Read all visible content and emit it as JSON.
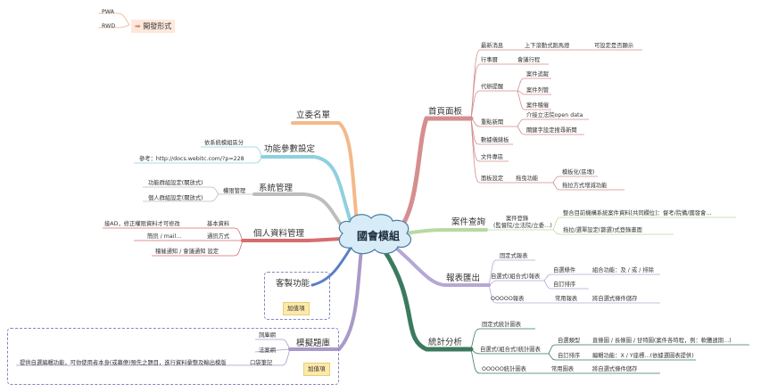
{
  "center": "國會模組",
  "dev": {
    "items": [
      "PWA",
      "RWD"
    ],
    "label": "開發形式"
  },
  "branches": {
    "home": "首頁面板",
    "case": "案件查詢",
    "report": "報表匯出",
    "stats": "統計分析",
    "legislator": "立委名單",
    "params": "功能參數設定",
    "system": "系統管理",
    "personal": "個人資料管理",
    "custom": "客製功能",
    "template": "模擬題庫"
  },
  "home": {
    "news": "最新消息",
    "news_d1": "上下滾動式跑馬燈",
    "news_d2": "可設定是否顯示",
    "calendar": "行事曆",
    "calendar_d": "會議行程",
    "todo": "代辦提醒",
    "todo_items": [
      "案件追蹤",
      "案件列管",
      "案件稽催"
    ],
    "focus": "重點新聞",
    "focus_items": [
      "介接立法院open data",
      "關鍵字設定搜尋新聞"
    ],
    "freq": "數據儀錶板",
    "docs": "文件專區",
    "panel": "面板設定",
    "panel_d": "拖曳功能",
    "panel_items": [
      "模板化(區塊)",
      "拖拉方式增減功能"
    ]
  },
  "case": {
    "reg": "案件登錄",
    "reg_sub": "(監督院/立法院/立委…)",
    "reg_d1": "整合目前機構系統案件資料[共同欄位]：督考/院備/國發會…",
    "reg_d2": "拖拉/選單設定(篩選)式登錄畫面"
  },
  "report": {
    "fixed": "固定式報表",
    "custom": "自選式(組合式)報表",
    "custom_d1": "自選條件",
    "custom_d1x": "組合功能：及 / 或 / 排除",
    "custom_d2": "自訂排序",
    "ooo": "OOOOO報表",
    "ooo_d1": "常用報表",
    "ooo_d2": "將自選式條件儲存"
  },
  "stats": {
    "fixed": "固定式統計圖表",
    "custom": "自選式(組合式)統計圖表",
    "c1": "自選類型",
    "c1x": "直條圖 / 長條圖 / 甘特圖(案件各時程，例：軟體週期…)",
    "c2": "自訂排序",
    "c2x": "編輯功能：X / Y座標…(依據選圖表提供)",
    "ooo": "OOOOO統計圖表",
    "ooo_d1": "常用圖表",
    "ooo_d2": "將自選式條件儲存"
  },
  "params": {
    "d1": "依系統模組區分",
    "d2": "參考：http://docs.webitc.com/?p=228"
  },
  "system": {
    "perm": "權限管理",
    "perm_items": [
      "功能群組設定(關放式)",
      "個人群組設定(關放式)"
    ]
  },
  "personal": {
    "basic": "基本資料",
    "basic_d": "接AD，修正權限資料才可修改",
    "contact": "通訊方式",
    "contact_d": "簡訊 / mail…",
    "notify": "稽催通知 / 會議通知 設定"
  },
  "custom": {
    "note": "加值項"
  },
  "template": {
    "items": [
      "詞庫網",
      "法案網"
    ],
    "draft": "口袋筆記",
    "draft_d": "提供自選編輯功能，可你使用者本身(或幕僚)預先之題目，進行資料彙整及輸出模版",
    "note": "加值項"
  }
}
